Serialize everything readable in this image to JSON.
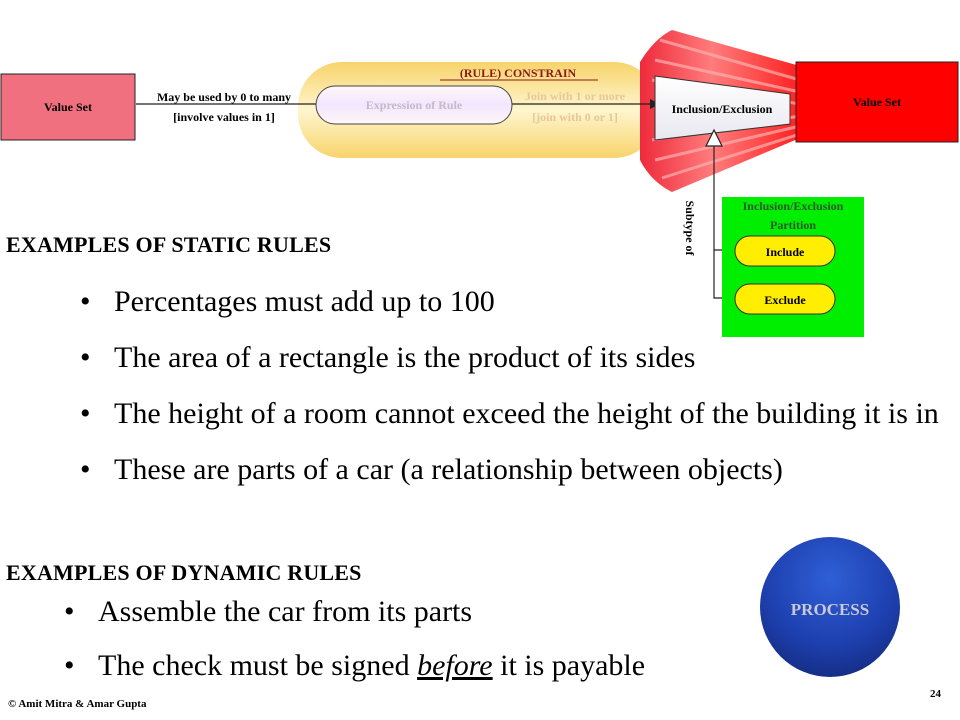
{
  "diagram": {
    "value_set_left": "Value Set",
    "value_set_right": "Value Set",
    "constrain_label": "(RULE) CONSTRAIN",
    "expression_of_rule": "Expression of Rule",
    "may_be_used": "May be used by 0 to many",
    "involve_values": "[involve values in 1]",
    "join_with": "Join with 1 or more",
    "join_bracket": "[join with 0 or 1]",
    "inclusion_exclusion": "Inclusion/Exclusion",
    "subtype_of": "Subtype of",
    "partition_title_1": "Inclusion/Exclusion",
    "partition_title_2": "Partition",
    "include": "Include",
    "exclude": "Exclude",
    "colors": {
      "value_set_left": "#f07080",
      "value_set_right": "#ff0000",
      "constrain_band": "#f7d36a",
      "partition_box": "#00ee00",
      "include_exclude_pill": "#ffee00",
      "process_circle": "#1d3fae"
    }
  },
  "static_heading": "EXAMPLES OF STATIC RULES",
  "static_rules": [
    "Percentages must add up to 100",
    "The area of a rectangle is the product of its sides",
    "The height of a room cannot exceed the height of the building it is in",
    "These are parts of a car (a relationship between objects)"
  ],
  "dynamic_heading": "EXAMPLES OF DYNAMIC RULES",
  "dynamic_rules": {
    "assemble": "Assemble the car from its parts",
    "check_before_1": "The check must be signed ",
    "check_before_2": "before",
    "check_before_3": " it is payable"
  },
  "process_label": "PROCESS",
  "copyright": "© Amit Mitra & Amar Gupta",
  "page_number": "24"
}
